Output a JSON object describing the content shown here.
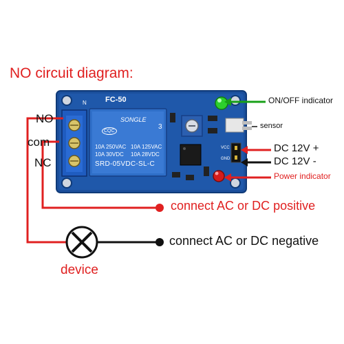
{
  "title": "NO circuit diagram:",
  "board": {
    "model": "FC-50",
    "relay_brand": "SONGLE",
    "relay_ratings": [
      "10A 250VAC",
      "10A 125VAC",
      "10A 30VDC",
      "10A 28VDC"
    ],
    "relay_part": "SRD-05VDC-SL-C",
    "n_mark": "N",
    "cert_mark": "CQC",
    "vcc_mark": "VCC",
    "gnd_mark": "GND",
    "number_mark": "3"
  },
  "terminals": {
    "no": "NO",
    "com": "com",
    "nc": "NC"
  },
  "labels": {
    "on_off_indicator": "ON/OFF indicator",
    "sensor": "sensor",
    "dc_pos": "DC 12V +",
    "dc_neg": "DC 12V -",
    "power_indicator": "Power indicator",
    "connect_pos": "connect AC or DC positive",
    "connect_neg": "connect AC or DC negative",
    "device": "device"
  },
  "colors": {
    "red": "#e02020",
    "black": "#111111",
    "green": "#18a018",
    "pcb": "#1b4f9c",
    "relay": "#2f6fc8"
  }
}
